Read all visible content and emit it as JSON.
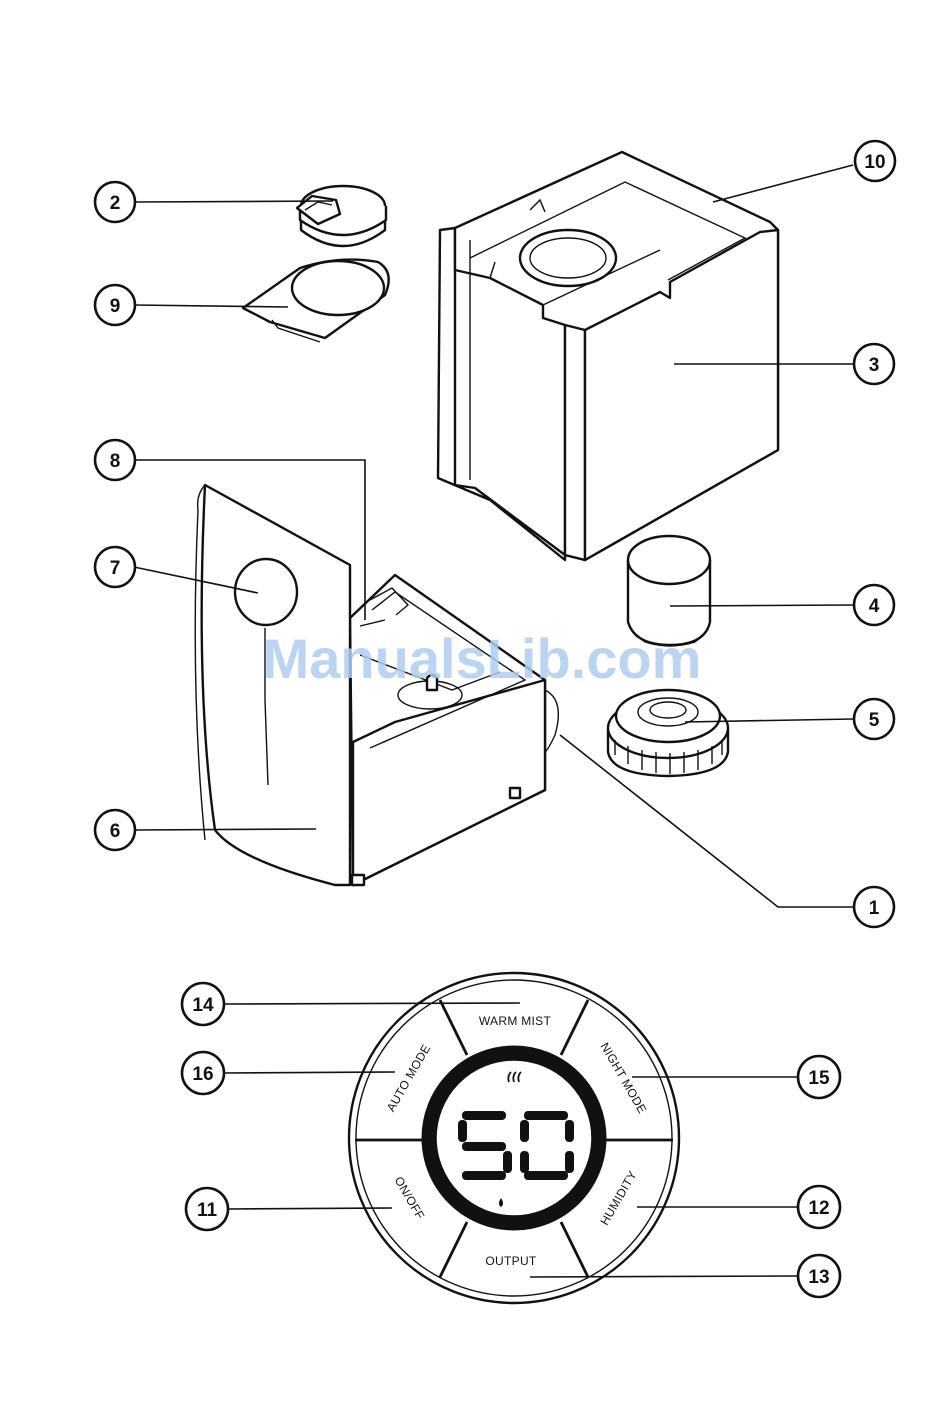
{
  "watermark": "ManualsLib.com",
  "callouts": [
    {
      "id": "1",
      "label": "1"
    },
    {
      "id": "2",
      "label": "2"
    },
    {
      "id": "3",
      "label": "3"
    },
    {
      "id": "4",
      "label": "4"
    },
    {
      "id": "5",
      "label": "5"
    },
    {
      "id": "6",
      "label": "6"
    },
    {
      "id": "7",
      "label": "7"
    },
    {
      "id": "8",
      "label": "8"
    },
    {
      "id": "9",
      "label": "9"
    },
    {
      "id": "10",
      "label": "10"
    },
    {
      "id": "11",
      "label": "11"
    },
    {
      "id": "12",
      "label": "12"
    },
    {
      "id": "13",
      "label": "13"
    },
    {
      "id": "14",
      "label": "14"
    },
    {
      "id": "15",
      "label": "15"
    },
    {
      "id": "16",
      "label": "16"
    }
  ],
  "control_panel": {
    "warm_mist": "WARM MIST",
    "night_mode": "NIGHT MODE",
    "humidity": "HUMIDITY",
    "output": "OUTPUT",
    "on_off": "ON/OFF",
    "auto_mode": "AUTO MODE",
    "display_value": "50"
  }
}
